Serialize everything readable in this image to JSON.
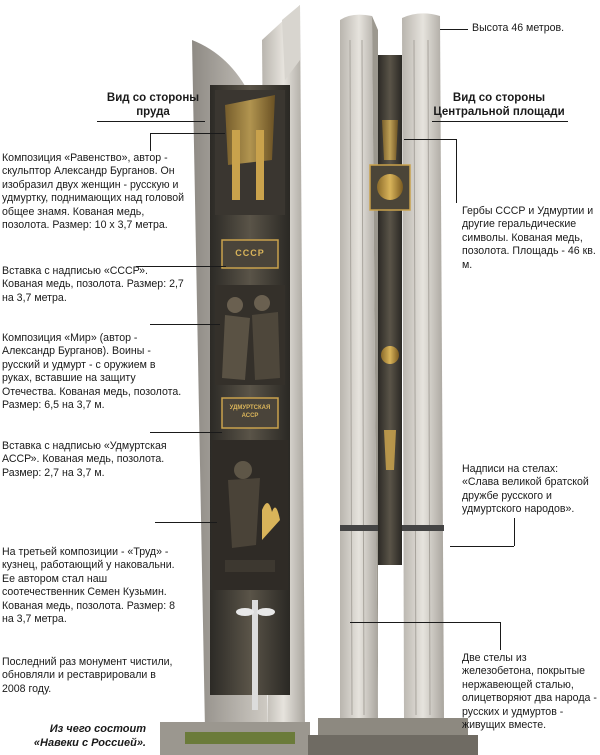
{
  "headings": {
    "left": [
      "Вид со стороны",
      "пруда"
    ],
    "right": [
      "Вид со стороны",
      "Центральной площади"
    ]
  },
  "captions": {
    "height": "Высота 46 метров.",
    "ravenstvo": "Композиция «Равенство», автор - скульптор Александр Бурганов. Он изобразил двух женщин - русскую и удмуртку, поднимающих над головой общее знамя. Кованая медь, позолота. Размер: 10 х 3,7 метра.",
    "sssr_insert": "Вставка с надписью «СССР». Кованая медь, позолота. Размер: 2,7 на 3,7 метра.",
    "mir": "Композиция «Мир» (автор - Александр Бурганов). Воины - русский и удмурт - с оружием в руках, вставшие на защиту Отечества. Кованая медь, позолота. Размер: 6,5 на 3,7 м.",
    "udm_insert": "Вставка с надписью «Удмуртская АССР». Кованая медь, позолота. Размер: 2,7 на 3,7 м.",
    "trud": "На третьей композиции - «Труд» - кузнец, работающий у наковальни. Ее автором стал наш соотечественник Семен Кузьмин. Кованая медь, позолота. Размер: 8 на 3,7 метра.",
    "cleaned": "Последний раз монумент чистили, обновляли и реставрировали в 2008 году.",
    "gerby": "Гербы СССР и Удмуртии и другие геральдические символы. Кованая медь, позолота. Площадь - 46 кв. м.",
    "nadpisi": "Надписи на стелах: «Слава великой братской дружбе русского и удмуртского народов».",
    "stely": "Две стелы из железобетона, покрытые нержавеющей сталью, олицетворяют два народа - русских и удмуртов - живущих вместе."
  },
  "plaques": {
    "sssr": "СССР",
    "udm": "УДМУРТСКАЯ АССР"
  },
  "footer": [
    "Из чего состоит",
    "«Навеки с Россией»."
  ]
}
